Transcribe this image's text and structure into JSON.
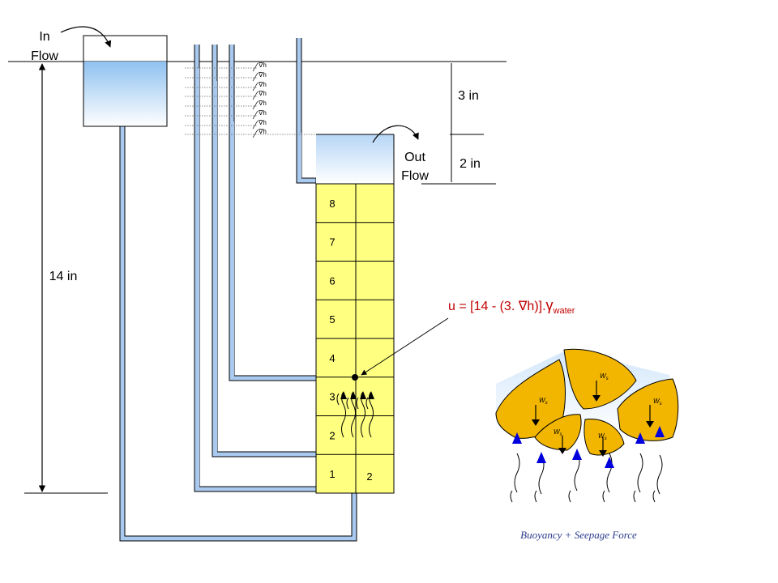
{
  "labels": {
    "in_flow_line1": "In",
    "in_flow_line2": "Flow",
    "out_flow_line1": "Out",
    "out_flow_line2": "Flow",
    "height_total": "14 in",
    "height_head": "3 in",
    "height_top": "2 in",
    "pressure_formula": "u = [14 - (3. ∇h)].",
    "pressure_symbol": "γ",
    "pressure_subscript": "water",
    "caption": "Buoyancy + Seepage  Force"
  },
  "head_loss_label": "∇h",
  "head_loss_count": 8,
  "cell_numbers": [
    "1",
    "2",
    "3",
    "4",
    "5",
    "6",
    "7",
    "8"
  ],
  "second_column_label": "2",
  "particle_weight_label": "W",
  "particle_weight_subscript": "s",
  "colors": {
    "soil": "#ffff80",
    "particle": "#f2b600",
    "water_top": "#ffffff",
    "water_bottom": "#8fc1f0",
    "tube_fill": "#a9c9ee",
    "arrow_blue": "#0000dd",
    "line": "#000000"
  }
}
